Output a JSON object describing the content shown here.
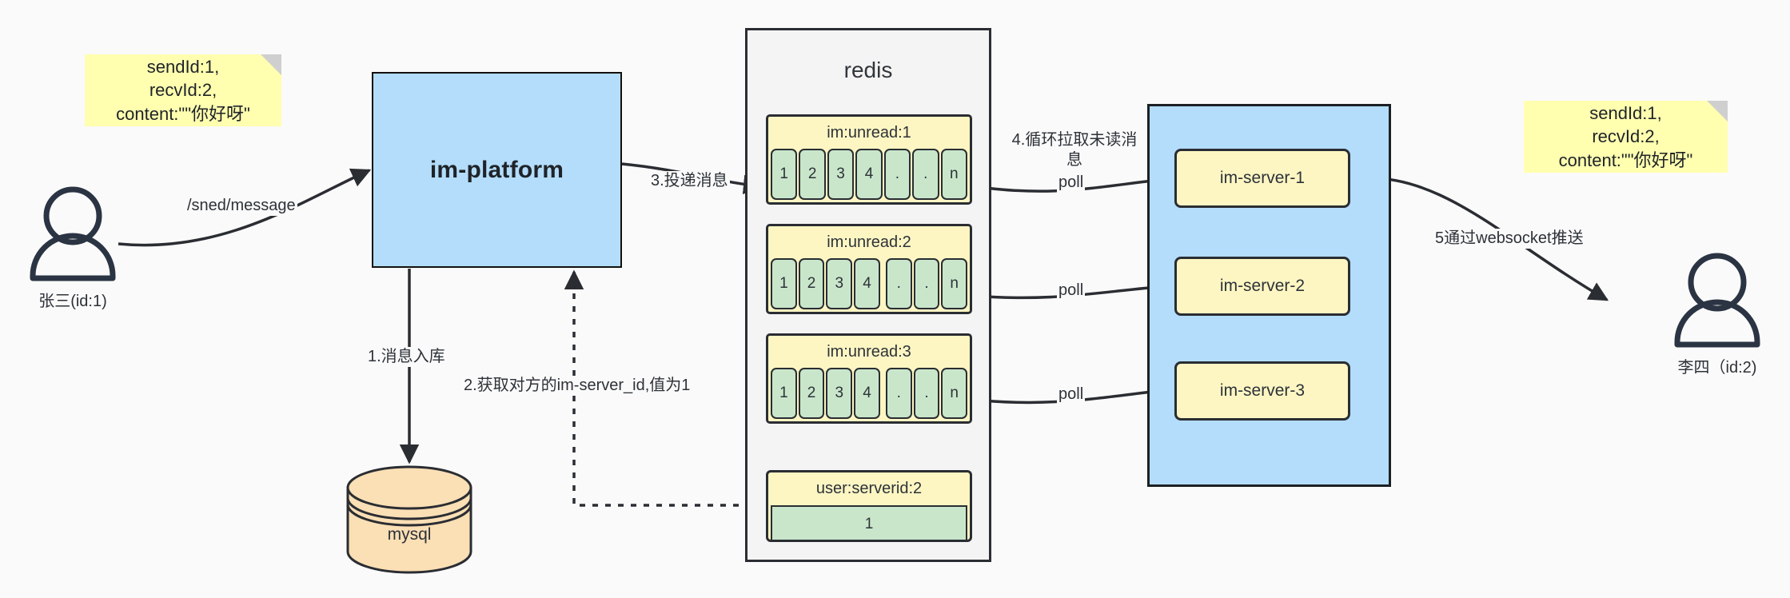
{
  "diagram": {
    "title": "IM message delivery architecture",
    "background": "#fafafa",
    "colors": {
      "note": "#ffffaf",
      "blue": "#b3ddfb",
      "yellow": "#fdf6c3",
      "green": "#c9e6cb",
      "orange": "#fbdfb5",
      "stroke": "#2a2d32"
    }
  },
  "notes": {
    "left": "sendId:1,\nrecvId:2,\ncontent:\"\"你好呀\"",
    "right": "sendId:1,\nrecvId:2,\ncontent:\"\"你好呀\""
  },
  "actors": {
    "sender": {
      "label": "张三(id:1)"
    },
    "receiver": {
      "label": "李四（id:2)"
    }
  },
  "nodes": {
    "platform": {
      "label": "im-platform"
    },
    "mysql": {
      "label": "mysql"
    },
    "redis": {
      "label": "redis"
    },
    "server_group": {
      "items": [
        {
          "label": "im-server-1"
        },
        {
          "label": "im-server-2"
        },
        {
          "label": "im-server-3"
        }
      ]
    }
  },
  "redis_keys": [
    {
      "name": "im:unread:1",
      "cells": [
        "1",
        "2",
        "3",
        "4",
        ".",
        ".",
        "n"
      ]
    },
    {
      "name": "im:unread:2",
      "cells": [
        "1",
        "2",
        "3",
        "4",
        ".",
        ".",
        "n"
      ]
    },
    {
      "name": "im:unread:3",
      "cells": [
        "1",
        "2",
        "3",
        "4",
        ".",
        ".",
        "n"
      ]
    }
  ],
  "redis_kv": {
    "name": "user:serverid:2",
    "value": "1"
  },
  "edges": {
    "send_message": "/sned/message",
    "step1": "1.消息入库",
    "step2": "2.获取对方的im-server_id,值为1",
    "step3": "3.投递消息",
    "step4": "4.循环拉取未读消息",
    "step5": "5通过websocket推送",
    "poll1": "poll",
    "poll2": "poll",
    "poll3": "poll"
  }
}
